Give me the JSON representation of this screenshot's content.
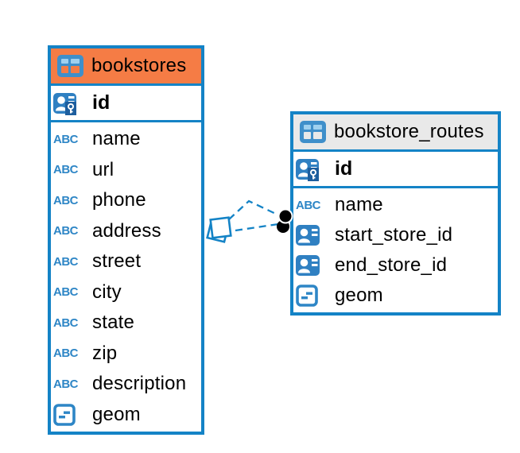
{
  "diagram": {
    "tables": [
      {
        "name": "bookstores",
        "header_style": "orange",
        "primary_key": "id",
        "fields": [
          {
            "label": "name",
            "type": "text"
          },
          {
            "label": "url",
            "type": "text"
          },
          {
            "label": "phone",
            "type": "text"
          },
          {
            "label": "address",
            "type": "text"
          },
          {
            "label": "street",
            "type": "text"
          },
          {
            "label": "city",
            "type": "text"
          },
          {
            "label": "state",
            "type": "text"
          },
          {
            "label": "zip",
            "type": "text"
          },
          {
            "label": "description",
            "type": "text"
          },
          {
            "label": "geom",
            "type": "geometry"
          }
        ]
      },
      {
        "name": "bookstore_routes",
        "header_style": "gray",
        "primary_key": "id",
        "fields": [
          {
            "label": "name",
            "type": "text"
          },
          {
            "label": "start_store_id",
            "type": "reference"
          },
          {
            "label": "end_store_id",
            "type": "reference"
          },
          {
            "label": "geom",
            "type": "geometry"
          }
        ]
      }
    ],
    "connector": {
      "style": "dashed",
      "line_count": 2,
      "source_marker": "overlapping-squares",
      "target_marker": "stacked-black-dots"
    },
    "icons": {
      "text_type_label": "ABC"
    },
    "colors": {
      "table_border": "#1483c6",
      "bookstores_header": "#f57c45",
      "routes_header": "#e9e9e9",
      "icon_blue": "#2f80c2",
      "key_overlay_blue": "#1d5e9e",
      "connector_blue": "#1483c6",
      "endpoint_black": "#000000",
      "text": "#000000"
    }
  }
}
